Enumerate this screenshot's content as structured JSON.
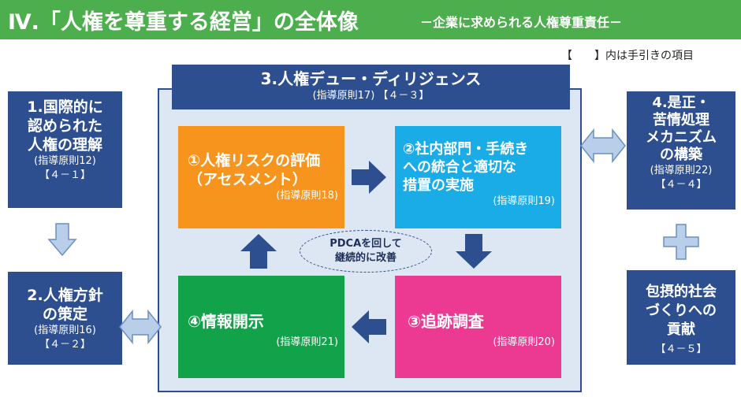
{
  "header": {
    "title": "Ⅳ.「人権を尊重する経営」の全体像",
    "subtitle": "－企業に求められる人権尊重責任－"
  },
  "legend": "【　　】内は手引きの項目",
  "left_boxes": [
    {
      "title": "1.国際的に\n認められた\n人権の理解",
      "ref": "(指導原則12)",
      "item": "【４－１】"
    },
    {
      "title": "2.人権方針\nの策定",
      "ref": "(指導原則16)",
      "item": "【４－２】"
    }
  ],
  "right_boxes": [
    {
      "title": "4.是正・\n苦情処理\nメカニズム\nの構築",
      "ref": "(指導原則22)",
      "item": "【４－４】"
    },
    {
      "title": "包摂的社会\nづくりへの\n貢献",
      "ref": "",
      "item": "【４－５】"
    }
  ],
  "due_diligence": {
    "title": "3.人権デュー・ディリジェンス",
    "ref": "(指導原則17) 【４－３】"
  },
  "steps": [
    {
      "title": "①人権リスクの評価\n（アセスメント）",
      "ref": "(指導原則18)",
      "color": "#f7941d"
    },
    {
      "title": "②社内部門・手続き\nへの統合と適切な\n措置の実施",
      "ref": "(指導原則19)",
      "color": "#1aace6"
    },
    {
      "title": "③追跡調査",
      "ref": "(指導原則20)",
      "color": "#ec3a92"
    },
    {
      "title": "④情報開示",
      "ref": "(指導原則21)",
      "color": "#12a34a"
    }
  ],
  "cycle_label": "PDCAを回して\n継続的に改善",
  "colors": {
    "header_bg": "#4cae4c",
    "box_navy": "#2e4f8f",
    "frame_bg": "#dde7f3",
    "arrow_light": "#b9cfe9"
  }
}
